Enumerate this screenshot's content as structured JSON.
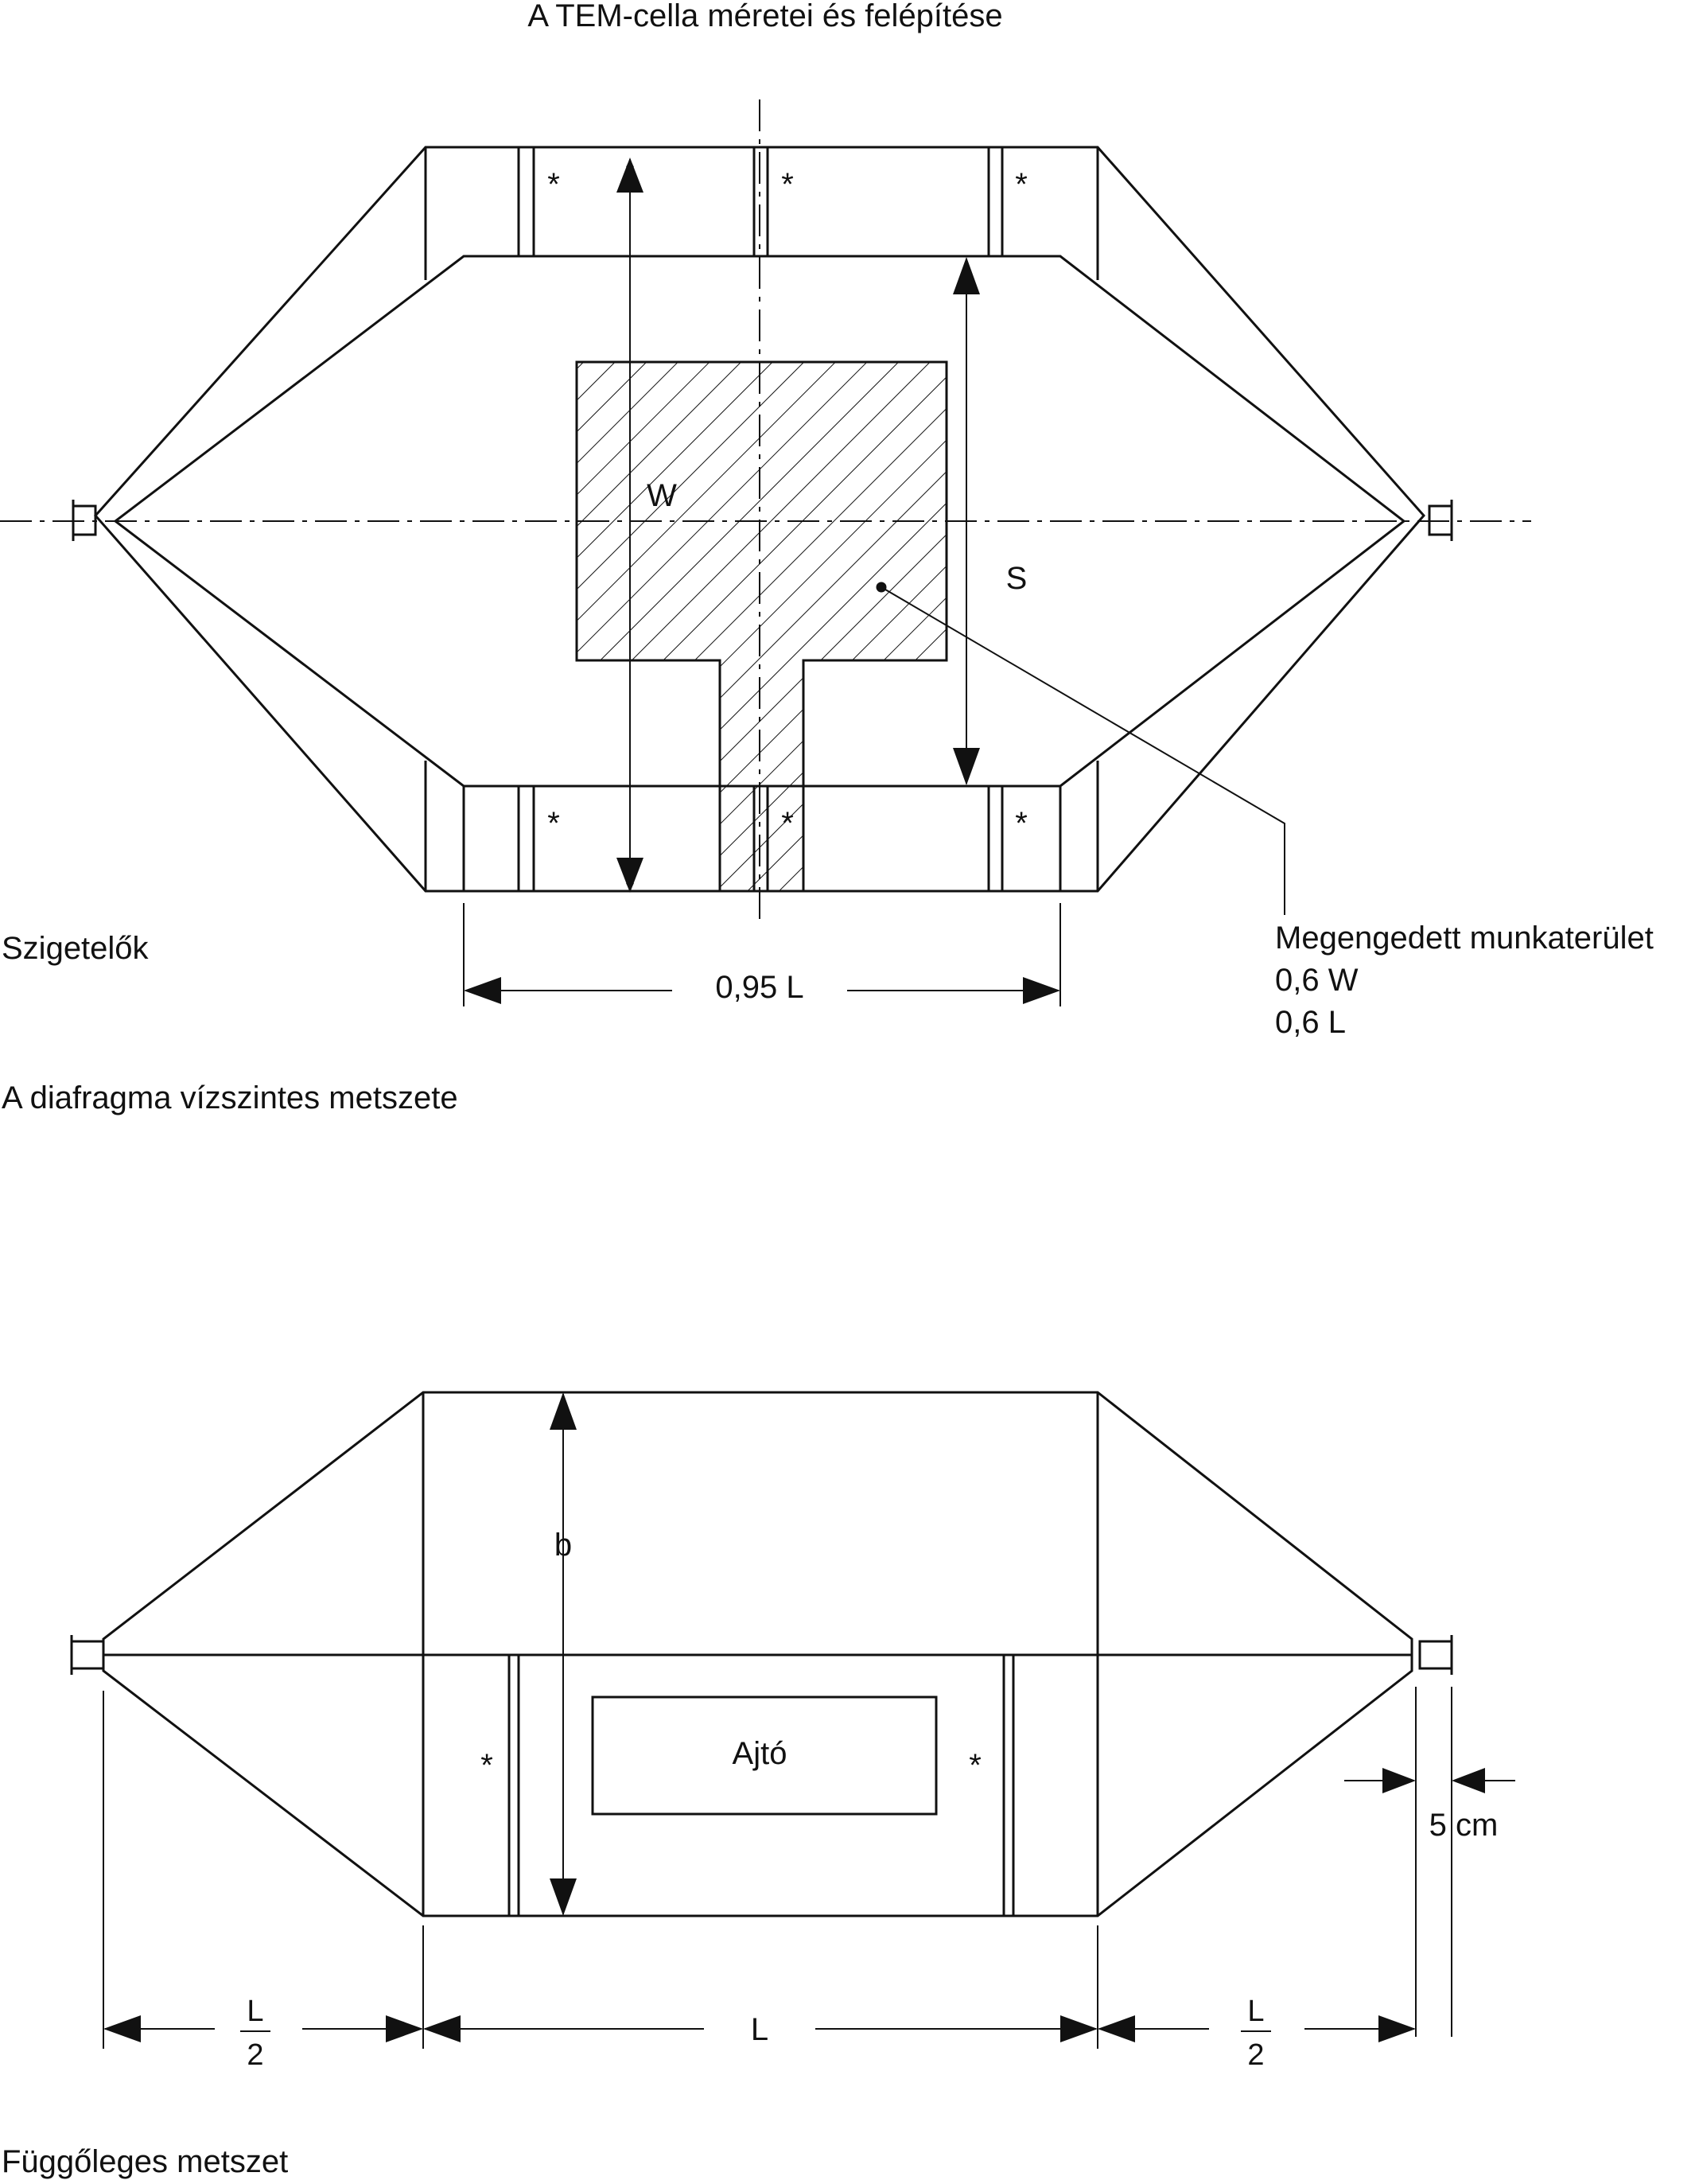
{
  "title": "A TEM-cella méretei és felépítése",
  "top_view": {
    "insulators_label": "Szigetelők",
    "section_caption": "A diafragma vízszintes metszete",
    "dim_w": "W",
    "dim_s": "S",
    "dim_095l": "0,95 L",
    "asterisk": "*",
    "work_area": {
      "line1": "Megengedett munkaterület",
      "line2": "0,6 W",
      "line3": "0,6 L"
    }
  },
  "side_view": {
    "section_caption": "Függőleges metszet",
    "dim_b": "b",
    "door_label": "Ajtó",
    "asterisk": "*",
    "dim_5cm": "5 cm",
    "dim_l": "L",
    "half_l_num": "L",
    "half_l_den": "2"
  },
  "colors": {
    "line": "#111111",
    "background": "#ffffff"
  }
}
